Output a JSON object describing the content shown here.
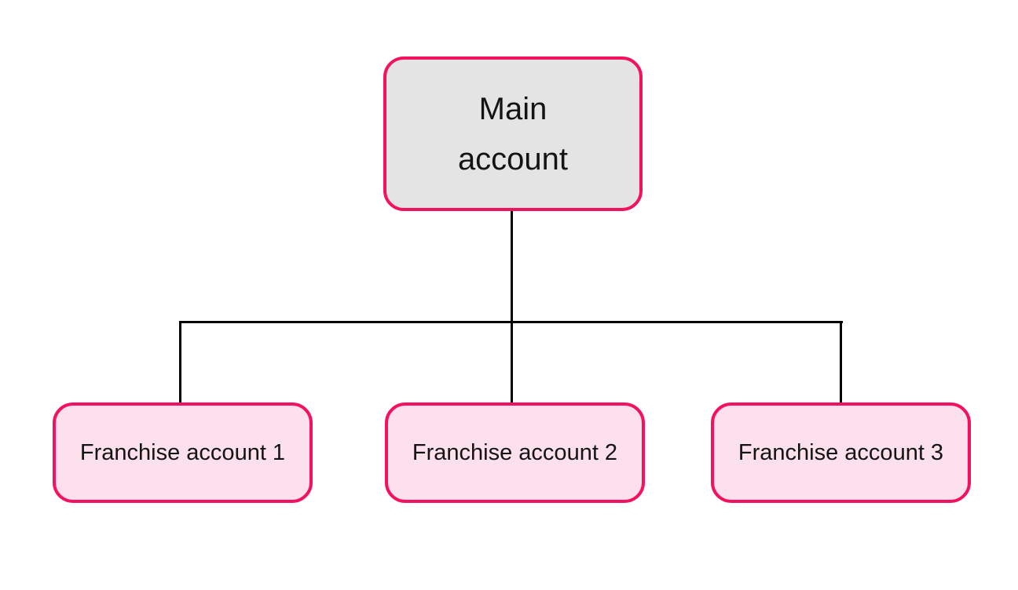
{
  "diagram": {
    "type": "org-chart",
    "root": {
      "label": "Main account"
    },
    "children": [
      {
        "label": "Franchise account 1"
      },
      {
        "label": "Franchise account 2"
      },
      {
        "label": "Franchise account 3"
      }
    ],
    "colors": {
      "border_color": "#F31260",
      "root_fill": "#E4E4E4",
      "child_fill": "#FCE0EC",
      "connector_color": "#000000",
      "bg_color": "#FFFFFF",
      "text_color": "#141414"
    }
  }
}
